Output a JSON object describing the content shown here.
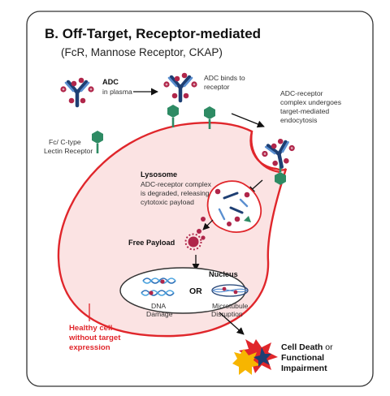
{
  "title": "B. Off-Target, Receptor-mediated",
  "subtitle": "(FcR, Mannose Receptor, CKAP)",
  "labels": {
    "adc": "ADC",
    "adc_sub": "in plasma",
    "binds_1": "ADC binds to",
    "binds_2": "receptor",
    "complex_1": "ADC-receptor",
    "complex_2": "complex undergoes",
    "complex_3": "target-mediated",
    "complex_4": "endocytosis",
    "fc_1": "Fc/ C-type",
    "fc_2": "Lectin Receptor",
    "lysosome": "Lysosome",
    "lyso_1": "ADC-receptor complex",
    "lyso_2": "is degraded, releasing",
    "lyso_3": "cytotoxic payload",
    "free_payload": "Free Payload",
    "nucleus": "Nucleus",
    "or": "OR",
    "dna_1": "DNA",
    "dna_2": "Damage",
    "mt_1": "Microtubule",
    "mt_2": "Disruption",
    "healthy_1": "Healthy cell",
    "healthy_2": "without target",
    "healthy_3": "expression",
    "death_1a": "Cell Death",
    "death_1b": " or",
    "death_2": "Functional",
    "death_3": "Impairment"
  },
  "colors": {
    "cell_fill": "#fbe3e3",
    "cell_stroke": "#e0262b",
    "antibody_dark": "#1e3f73",
    "antibody_light": "#5b8fd0",
    "payload": "#b0264a",
    "receptor": "#2e8b64",
    "healthy_text": "#e0262b"
  }
}
